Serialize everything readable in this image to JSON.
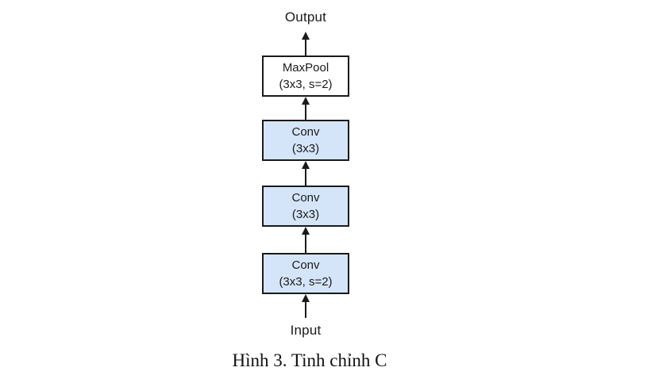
{
  "diagram": {
    "output_label": "Output",
    "input_label": "Input",
    "nodes": [
      {
        "title": "MaxPool",
        "params": "(3x3, s=2)",
        "kind": "maxpool"
      },
      {
        "title": "Conv",
        "params": "(3x3)",
        "kind": "conv"
      },
      {
        "title": "Conv",
        "params": "(3x3)",
        "kind": "conv"
      },
      {
        "title": "Conv",
        "params": "(3x3, s=2)",
        "kind": "conv"
      }
    ],
    "colors": {
      "stroke": "#1a1a1a",
      "conv_fill": "#d5e5f9",
      "maxpool_fill": "#ffffff"
    }
  },
  "caption": "Hình 3. Tinh chỉnh C"
}
